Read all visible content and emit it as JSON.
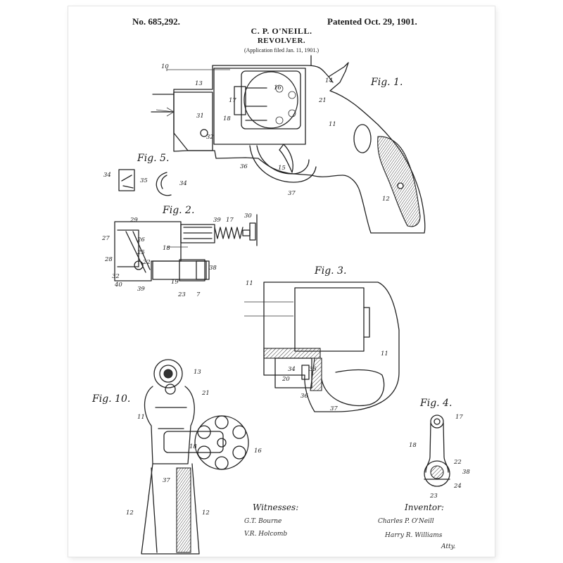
{
  "header": {
    "patent_number": "No. 685,292.",
    "patent_date": "Patented Oct. 29, 1901.",
    "inventor": "C. P. O'NEILL.",
    "title": "REVOLVER.",
    "application": "(Application filed Jan. 11, 1901.)"
  },
  "figures": {
    "fig1": "Fig. 1.",
    "fig2": "Fig. 2.",
    "fig3": "Fig. 3.",
    "fig4": "Fig. 4.",
    "fig5": "Fig. 5.",
    "fig10": "Fig. 10."
  },
  "refs": {
    "r10": "10",
    "r13": "13",
    "r16": "16",
    "r14": "14",
    "r17": "17",
    "r21": "21",
    "r11": "11",
    "r31": "31",
    "r18": "18",
    "r32": "32",
    "r36": "36",
    "r15": "15",
    "r37": "37",
    "r12": "12",
    "r34": "34",
    "r35": "35",
    "r29": "29",
    "r39": "39",
    "r30": "30",
    "r27": "27",
    "r26": "26",
    "r25": "25",
    "r28": "28",
    "r22": "22",
    "r38": "38",
    "r19": "19",
    "r23": "23",
    "r7": "7",
    "r40": "40",
    "r20": "20",
    "r24": "24"
  },
  "signatures": {
    "witnesses_label": "Witnesses:",
    "witness1": "G.T. Bourne",
    "witness2": "V.R. Holcomb",
    "inventor_label": "Inventor:",
    "inventor_sig": "Charles P. O'Neill",
    "attorney_sig": "Harry R. Williams",
    "attorney_label": "Atty."
  }
}
